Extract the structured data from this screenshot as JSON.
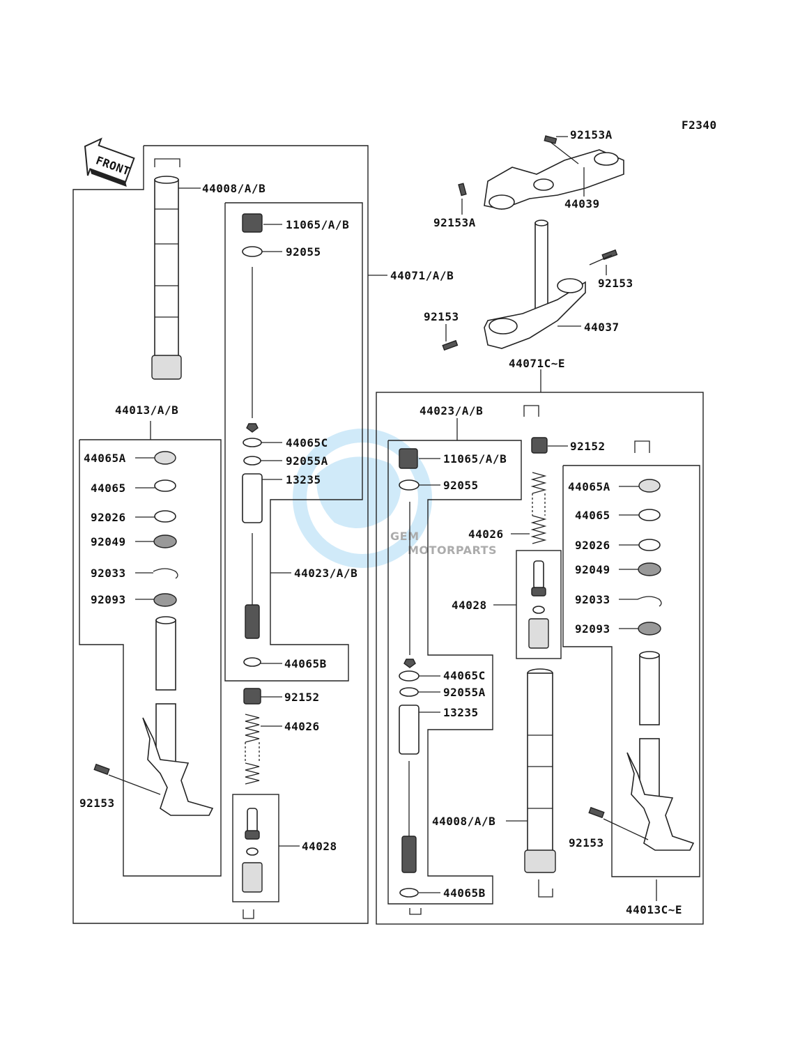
{
  "figure_code": "F2340",
  "front_label": "FRONT",
  "watermark": {
    "brand": "GEM",
    "sub": "MOTORPARTS"
  },
  "labels": {
    "l44008_left": "44008/A/B",
    "l11065_left": "11065/A/B",
    "l92055_left": "92055",
    "l44071": "44071/A/B",
    "l44065C_left": "44065C",
    "l92055A_left": "92055A",
    "l13235_left": "13235",
    "l44023_left": "44023/A/B",
    "l44065B_left": "44065B",
    "l92152_left": "92152",
    "l44026_left": "44026",
    "l44028_left": "44028",
    "l44013": "44013/A/B",
    "l44065A_left": "44065A",
    "l44065_left": "44065",
    "l92026_left": "92026",
    "l92049_left": "92049",
    "l92033_left": "92033",
    "l92093_left": "92093",
    "l92153_left": "92153",
    "l92153A_top": "92153A",
    "l92153A_left": "92153A",
    "l44039": "44039",
    "l92153_upper_right": "92153",
    "l92153_upper_left": "92153",
    "l44037": "44037",
    "l44071CE": "44071C~E",
    "l44023_right": "44023/A/B",
    "l92152_right": "92152",
    "l11065_right": "11065/A/B",
    "l92055_right": "92055",
    "l44026_right": "44026",
    "l44028_right": "44028",
    "l44065C_right": "44065C",
    "l92055A_right": "92055A",
    "l13235_right": "13235",
    "l44008_right": "44008/A/B",
    "l44065B_right": "44065B",
    "l44065A_right": "44065A",
    "l44065_right": "44065",
    "l92026_right": "92026",
    "l92049_right": "92049",
    "l92033_right": "92033",
    "l92093_right": "92093",
    "l92153_right": "92153",
    "l44013CE": "44013C~E"
  }
}
